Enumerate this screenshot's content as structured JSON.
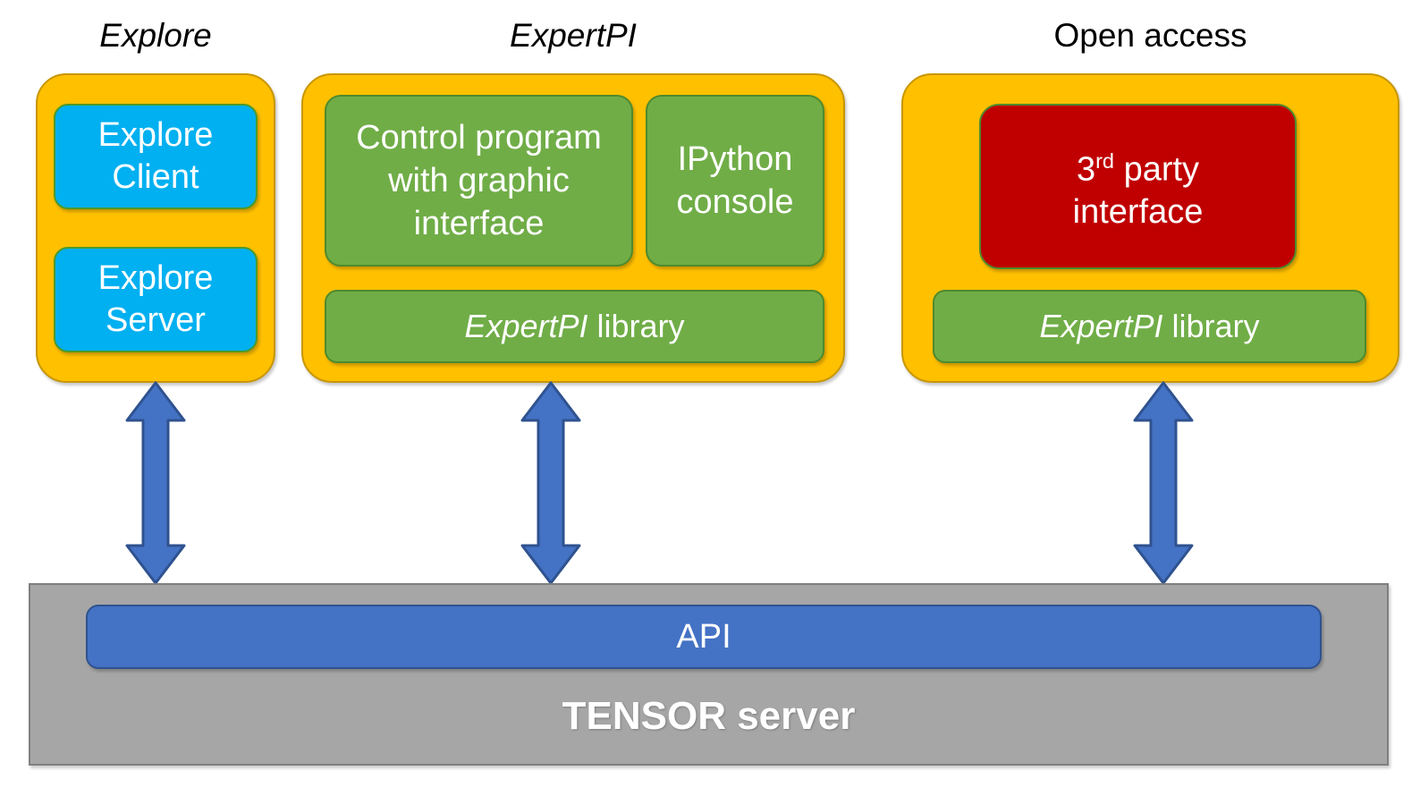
{
  "diagram": {
    "title_row": [
      {
        "id": "explore",
        "label": "Explore",
        "style": "italic"
      },
      {
        "id": "expertpi",
        "label": "ExpertPI",
        "style": "italic"
      },
      {
        "id": "open-access",
        "label": "Open access",
        "style": "regular"
      }
    ],
    "groups": [
      {
        "id": "explore-group",
        "title": "Explore",
        "boxes": [
          {
            "id": "explore-client",
            "label": "Explore Client",
            "color": "#00B0F0"
          },
          {
            "id": "explore-server",
            "label": "Explore Server",
            "color": "#00B0F0"
          }
        ]
      },
      {
        "id": "expertpi-group",
        "title": "ExpertPI",
        "boxes": [
          {
            "id": "control-program",
            "label": "Control program with graphic interface",
            "color": "#70AD47"
          },
          {
            "id": "ipython-console",
            "label": "IPython console",
            "color": "#70AD47"
          },
          {
            "id": "expertpi-library-mid",
            "label_italic": "ExpertPI",
            "label_rest": " library",
            "color": "#70AD47"
          }
        ]
      },
      {
        "id": "open-access-group",
        "title": "Open access",
        "boxes": [
          {
            "id": "third-party-interface",
            "label_a": "3",
            "label_sup": "rd",
            "label_b": " party",
            "label_c": "interface",
            "color": "#C00000"
          },
          {
            "id": "expertpi-library-right",
            "label_italic": "ExpertPI",
            "label_rest": " library",
            "color": "#70AD47"
          }
        ]
      }
    ],
    "connectors": [
      {
        "id": "connector-explore",
        "kind": "double-headed-vertical-arrow",
        "color": "#4472C4"
      },
      {
        "id": "connector-expertpi",
        "kind": "double-headed-vertical-arrow",
        "color": "#4472C4"
      },
      {
        "id": "connector-open-access",
        "kind": "double-headed-vertical-arrow",
        "color": "#4472C4"
      }
    ],
    "server": {
      "id": "tensor-server",
      "label": "TENSOR server",
      "color": "#A6A6A6",
      "api": {
        "id": "api-bar",
        "label": "API",
        "color": "#4472C4"
      }
    },
    "colors": {
      "group_fill": "#FFC000",
      "group_stroke": "#C89600",
      "cyan": "#00B0F0",
      "green": "#70AD47",
      "red": "#C00000",
      "blue": "#4472C4",
      "gray": "#A6A6A6",
      "text_light": "#FFFFFF",
      "text_dark": "#000000"
    }
  }
}
